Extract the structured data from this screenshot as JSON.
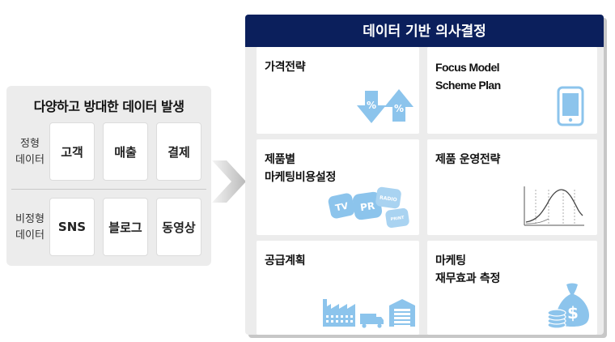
{
  "left": {
    "title": "다양하고 방대한 데이터 발생",
    "rows": [
      {
        "label": "정형\n데이터",
        "items": [
          "고객",
          "매출",
          "결제"
        ]
      },
      {
        "label": "비정형\n데이터",
        "items": [
          "SNS",
          "블로그",
          "동영상"
        ]
      }
    ]
  },
  "right": {
    "header": "데이터 기반 의사결정",
    "cells": [
      {
        "title": "가격전략",
        "icon": "percent-arrows-icon"
      },
      {
        "title": "Focus Model\nScheme Plan",
        "icon": "smartphone-icon"
      },
      {
        "title": "제품별\n마케팅비용설정",
        "icon": "media-bubbles-icon",
        "bubbles": [
          "TV",
          "PR",
          "RADIO",
          "PRINT"
        ]
      },
      {
        "title": "제품 운영전략",
        "icon": "lifecycle-curve-icon"
      },
      {
        "title": "공급계획",
        "icon": "factory-truck-warehouse-icon"
      },
      {
        "title": "마케팅\n재무효과 측정",
        "icon": "money-bag-coins-icon"
      }
    ]
  },
  "colors": {
    "header": "#0b1f5c",
    "icon": "#8cc4ec",
    "panel": "#ececec"
  }
}
